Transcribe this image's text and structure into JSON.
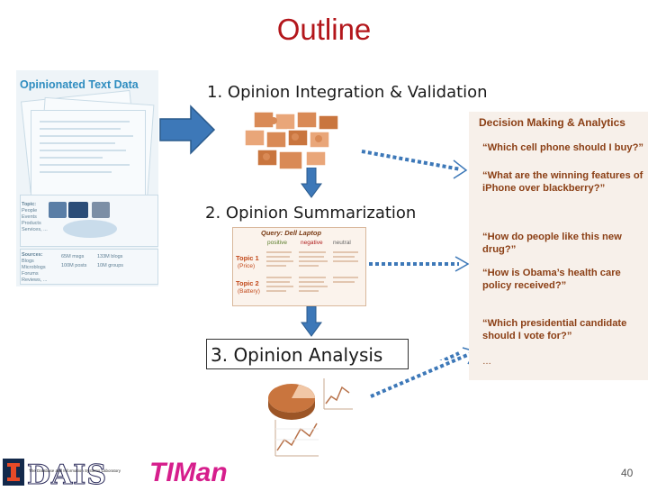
{
  "slide": {
    "title": "Outline",
    "page_number": "40"
  },
  "steps": {
    "step1": "1. Opinion Integration & Validation",
    "step2": "2. Opinion Summarization",
    "step3": "3. Opinion Analysis"
  },
  "opinion_data": {
    "title": "Opinionated Text Data",
    "topic_label": "Topic:",
    "topic_items": "People\nEvents\nProducts\nServices, ...",
    "sources_label": "Sources:",
    "source_items": "Blogs\nMicroblogs\nForums\nReviews, ...",
    "stats": [
      "65M msgs",
      "133M blogs",
      "100M posts",
      "10M groups"
    ]
  },
  "summary_table": {
    "query": "Query: Dell Laptop",
    "headers": [
      "positive",
      "negative",
      "neutral"
    ],
    "topic1": "Topic 1",
    "topic1_sub": "(Price)",
    "topic2": "Topic 2",
    "topic2_sub": "(Battery)"
  },
  "decision": {
    "title": "Decision Making & Analytics",
    "questions": [
      "“Which cell phone should I buy?”",
      "“What are the winning features of iPhone over blackberry?”",
      "“How do people like this new drug?”",
      "“How is Obama’s health care policy received?”",
      "“Which presidential candidate should I vote for?”"
    ],
    "more": "…"
  },
  "logos": {
    "dais": "DAIS",
    "dais_sub": "The Database and Information Systems Laboratory",
    "timan": "TIMan"
  },
  "colors": {
    "title": "#b3161b",
    "arrow_blue": "#3d78b8",
    "question_brown": "#8b3f15",
    "data_blue": "#2f8dc0"
  }
}
